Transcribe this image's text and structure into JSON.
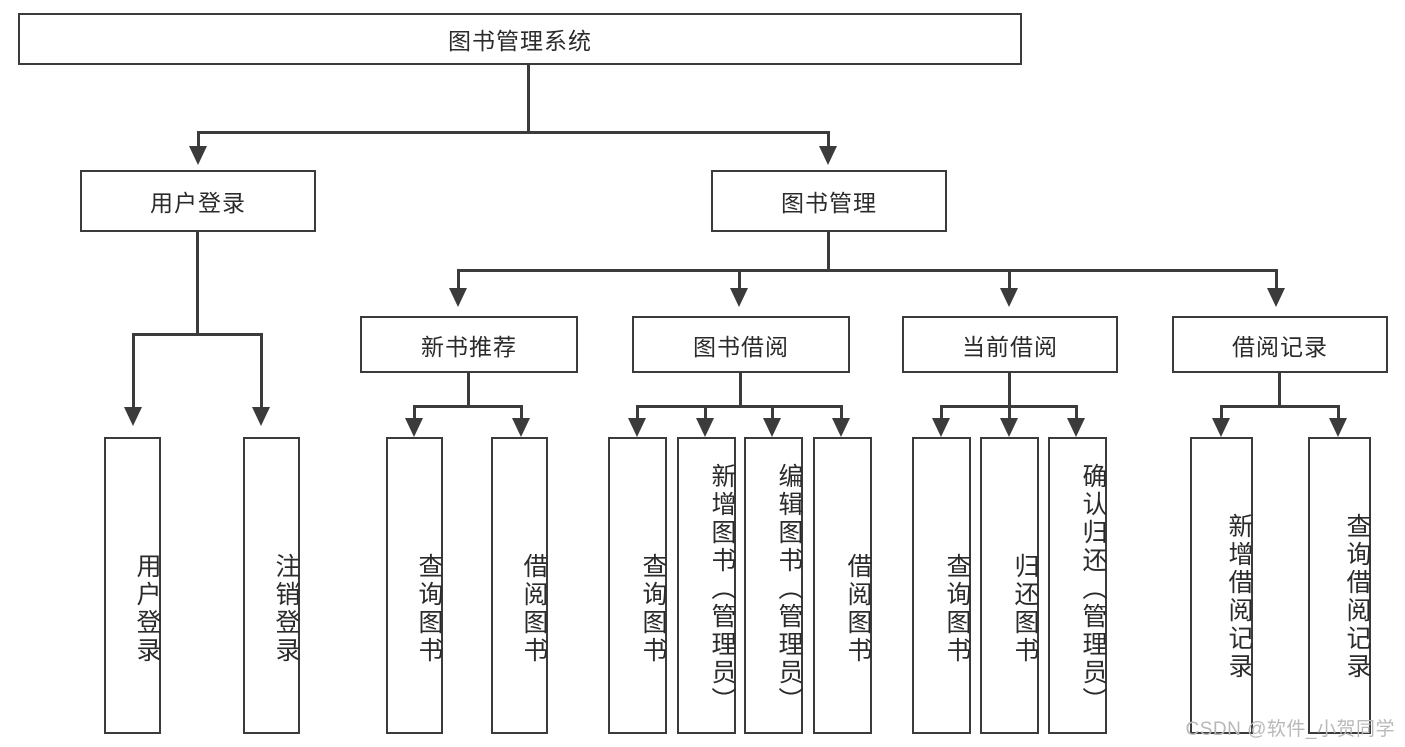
{
  "diagram": {
    "type": "tree-hierarchy",
    "title": "图书管理系统",
    "root": {
      "label": "图书管理系统"
    },
    "level2": [
      {
        "id": "user-login",
        "label": "用户登录"
      },
      {
        "id": "book-management",
        "label": "图书管理"
      }
    ],
    "level3": [
      {
        "id": "new-book-recommend",
        "label": "新书推荐"
      },
      {
        "id": "book-borrow",
        "label": "图书借阅"
      },
      {
        "id": "current-borrow",
        "label": "当前借阅"
      },
      {
        "id": "borrow-record",
        "label": "借阅记录"
      }
    ],
    "leaves": {
      "user_login": [
        {
          "id": "leaf-user-login",
          "label": "用户登录"
        },
        {
          "id": "leaf-logout-login",
          "label": "注销登录"
        }
      ],
      "new_book_recommend": [
        {
          "id": "leaf-query-book-1",
          "label": "查询图书"
        },
        {
          "id": "leaf-borrow-book-1",
          "label": "借阅图书"
        }
      ],
      "book_borrow": [
        {
          "id": "leaf-query-book-2",
          "label": "查询图书"
        },
        {
          "id": "leaf-add-book",
          "label": "新增图书（管理员）"
        },
        {
          "id": "leaf-edit-book",
          "label": "编辑图书（管理员）"
        },
        {
          "id": "leaf-borrow-book-2",
          "label": "借阅图书"
        }
      ],
      "current_borrow": [
        {
          "id": "leaf-query-book-3",
          "label": "查询图书"
        },
        {
          "id": "leaf-return-book",
          "label": "归还图书"
        },
        {
          "id": "leaf-confirm-return",
          "label": "确认归还（管理员）"
        }
      ],
      "borrow_record": [
        {
          "id": "leaf-add-record",
          "label": "新增借阅记录"
        },
        {
          "id": "leaf-query-record",
          "label": "查询借阅记录"
        }
      ]
    }
  },
  "watermark": {
    "text": "CSDN @软件_小贺同学"
  },
  "colors": {
    "stroke": "#3b3b3b",
    "background": "#ffffff",
    "text": "#2b2b2b",
    "watermark": "#b9b9b9"
  }
}
